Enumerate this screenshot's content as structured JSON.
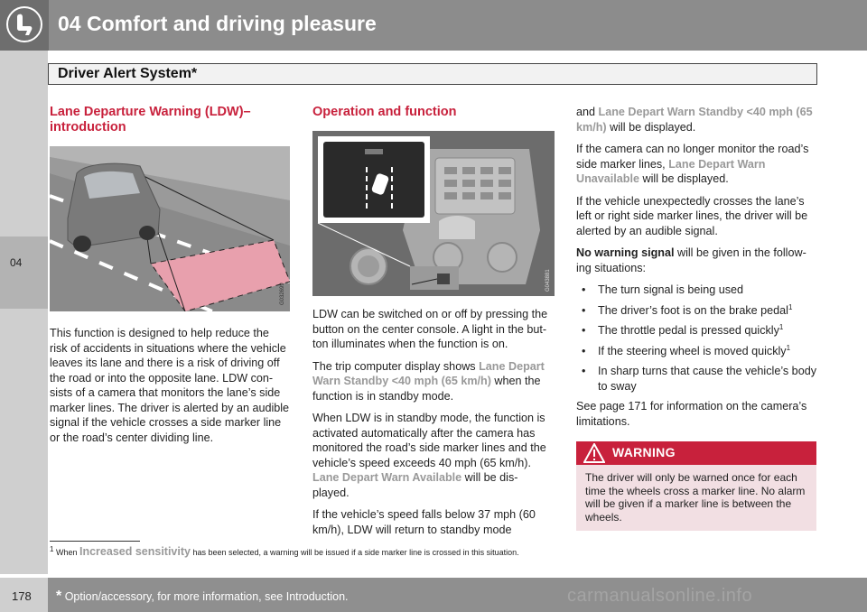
{
  "header": {
    "chapter_title": "04 Comfort and driving pleasure",
    "icon": "seat-icon"
  },
  "sidebar": {
    "chapter_number": "04"
  },
  "section": {
    "title": "Driver Alert System*"
  },
  "column1": {
    "heading": "Lane Departure Warning (LDW)–\nintroduction",
    "figure_code": "G032699",
    "paragraph": "This function is designed to help reduce the risk of accidents in situations where the vehicle leaves its lane and there is a risk of driving off the road or into the opposite lane. LDW con-sists of a camera that monitors the lane’s side marker lines. The driver is alerted by an audible signal if the vehicle crosses a side marker line or the road’s center dividing line."
  },
  "column2": {
    "heading": "Operation and function",
    "figure_code": "G043881",
    "p1": "LDW can be switched on or off by pressing the button on the center console. A light in the but-ton illuminates when the function is on.",
    "p2_pre": "The trip computer display shows ",
    "p2_hl": "Lane Depart Warn Standby <40 mph (65 km/h)",
    "p2_post": " when the function is in standby mode.",
    "p3_pre": "When LDW is in standby mode, the function is activated automatically after the camera has monitored the road’s side marker lines and the vehicle’s speed exceeds 40 mph (65 km/h). ",
    "p3_hl": "Lane Depart Warn Available",
    "p3_post": " will be dis-played.",
    "p4": "If the vehicle’s speed falls below 37 mph (60 km/h), LDW will return to standby mode"
  },
  "column3": {
    "p1_pre": "and ",
    "p1_hl": "Lane Depart Warn Standby <40 mph (65 km/h)",
    "p1_post": " will be displayed.",
    "p2_pre": "If the camera can no longer monitor the road’s side marker lines, ",
    "p2_hl": "Lane Depart Warn Unavailable",
    "p2_post": " will be displayed.",
    "p3": "If the vehicle unexpectedly crosses the lane’s left or right side marker lines, the driver will be alerted by an audible signal.",
    "p4_bold": "No warning signal",
    "p4_post": " will be given in the follow-ing situations:",
    "bullets": [
      "The turn signal is being used",
      "The driver’s foot is on the brake pedal",
      "The throttle pedal is pressed quickly",
      "If the steering wheel is moved quickly",
      "In sharp turns that cause the vehicle’s body to sway"
    ],
    "bullet_sup": "1",
    "p5": "See page 171 for information on the camera’s limitations.",
    "warning_title": "WARNING",
    "warning_text": "The driver will only be warned once for each time the wheels cross a marker line. No alarm will be given if a marker line is between the wheels."
  },
  "footnote": {
    "number": "1",
    "pre": "When ",
    "hl": "Increased sensitivity",
    "post": " has been selected, a warning will be issued if a side marker line is crossed in this situation."
  },
  "footer": {
    "page_number": "178",
    "star": "*",
    "note": " Option/accessory, for more information, see Introduction.",
    "watermark": "carmanualsonline.info"
  }
}
